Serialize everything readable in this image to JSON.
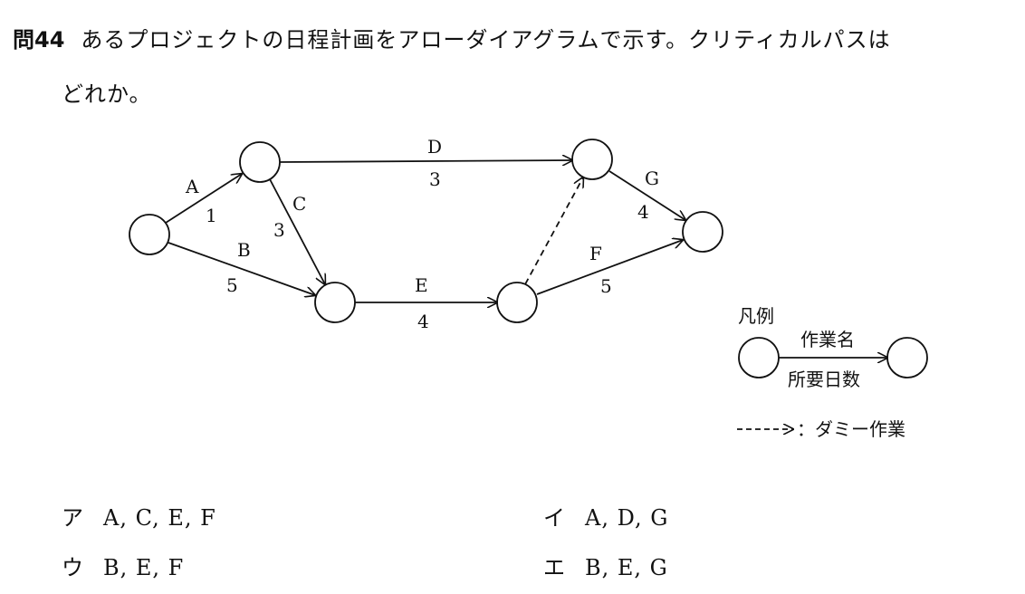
{
  "question": {
    "number": "問44",
    "text_line1": "あるプロジェクトの日程計画をアローダイアグラムで示す。クリティカルパスは",
    "text_line2": "どれか。"
  },
  "diagram": {
    "activities": [
      {
        "name": "A",
        "days": "1"
      },
      {
        "name": "B",
        "days": "5"
      },
      {
        "name": "C",
        "days": "3"
      },
      {
        "name": "D",
        "days": "3"
      },
      {
        "name": "E",
        "days": "4"
      },
      {
        "name": "F",
        "days": "5"
      },
      {
        "name": "G",
        "days": "4"
      }
    ],
    "legend": {
      "title": "凡例",
      "activity_name": "作業名",
      "required_days": "所要日数",
      "dummy_label": "：ダミー作業"
    }
  },
  "choices": [
    {
      "label": "ア",
      "text": "A, C, E, F"
    },
    {
      "label": "イ",
      "text": "A, D, G"
    },
    {
      "label": "ウ",
      "text": "B, E, F"
    },
    {
      "label": "エ",
      "text": "B, E, G"
    }
  ]
}
